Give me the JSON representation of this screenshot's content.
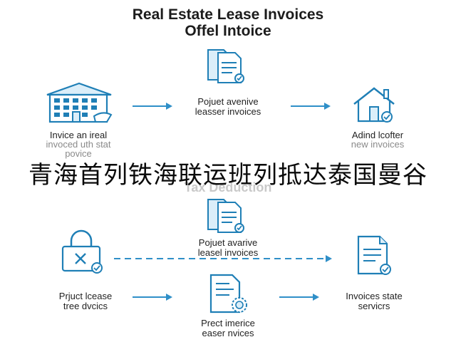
{
  "title": {
    "line1": "Real Estate Lease Invoices",
    "line2": "Offel Intoice"
  },
  "overlay_text": "青海首列铁海联运班列抵达泰国曼谷",
  "ghost_text": "Tax Deduction",
  "nodes": {
    "top_left": {
      "line1": "Invice an ireal",
      "line2": "invoced uth stat",
      "line3": "povice",
      "icon": "building-icon"
    },
    "top_middle": {
      "line1": "Pojuet avenive",
      "line2": "leasser invoices",
      "icon": "documents-icon"
    },
    "top_right": {
      "line1": "Adind lcofter",
      "line2": "new invoices",
      "icon": "house-check-icon"
    },
    "mid_middle": {
      "line1": "Pojuet avarive",
      "line2": "leasel invoices",
      "icon": "documents-icon"
    },
    "mid_left": {
      "line1": "Prjuct lcease",
      "line2": "tree dvcics",
      "icon": "lock-check-icon"
    },
    "mid_right": {
      "line1": "Invoices state",
      "line2": "servicrs",
      "icon": "document-check-icon"
    },
    "bottom_middle": {
      "line1": "Prect imerice",
      "line2": "easer nvices",
      "icon": "document-seal-icon"
    }
  },
  "colors": {
    "icon_stroke": "#1f7fb6",
    "icon_fill": "#dbeef9",
    "arrow": "#2f8fc8",
    "text": "#222222"
  }
}
